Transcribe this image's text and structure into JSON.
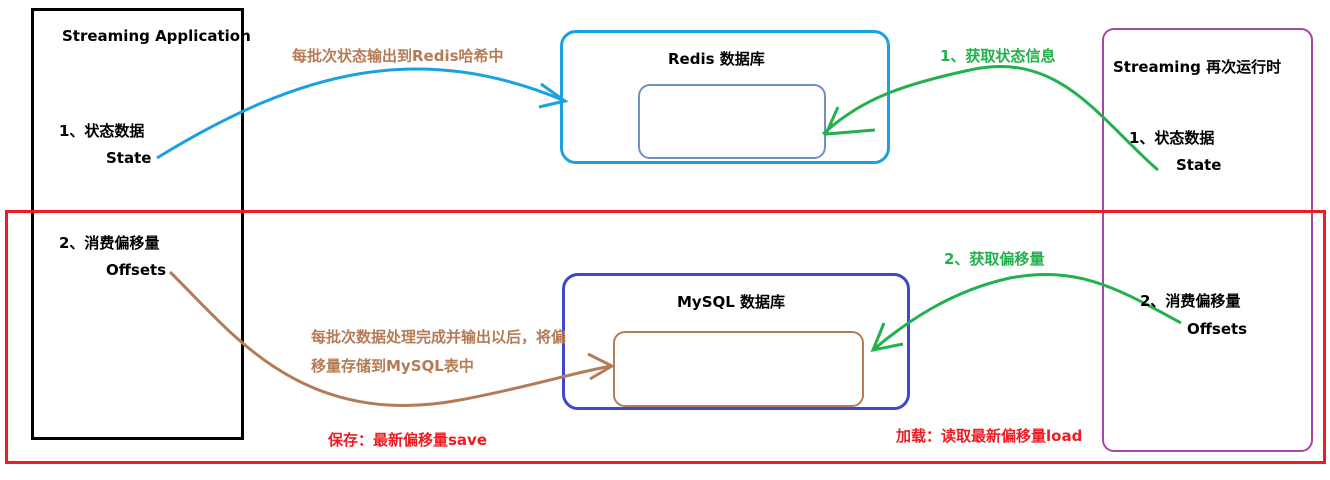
{
  "left_app": {
    "title": "Streaming Application",
    "state_heading": "1、状态数据",
    "state_label": "State",
    "offsets_heading": "2、消费偏移量",
    "offsets_label": "Offsets"
  },
  "redis": {
    "title": "Redis 数据库"
  },
  "mysql": {
    "title": "MySQL 数据库"
  },
  "right_app": {
    "title": "Streaming 再次运行时",
    "state_heading": "1、状态数据",
    "state_label": "State",
    "offsets_heading": "2、消费偏移量",
    "offsets_label": "Offsets"
  },
  "flows": {
    "state_output": "每批次状态输出到Redis哈希中",
    "get_state": "1、获取状态信息",
    "get_offsets": "2、获取偏移量",
    "offsets_store_line1": "每批次数据处理完成并输出以后，将偏",
    "offsets_store_line2": "移量存储到MySQL表中",
    "save_note": "保存：最新偏移量save",
    "load_note": "加载：读取最新偏移量load"
  },
  "colors": {
    "red_frame": "#ed1c24",
    "redis_border": "#1ba1e2",
    "redis_inner": "#7092be",
    "mysql_border": "#3f48cc",
    "mysql_inner": "#b47c56",
    "right_app_border": "#a349a4",
    "arrow_blue": "#1ba1e2",
    "arrow_green": "#22b14c",
    "arrow_brown": "#b47c56"
  }
}
